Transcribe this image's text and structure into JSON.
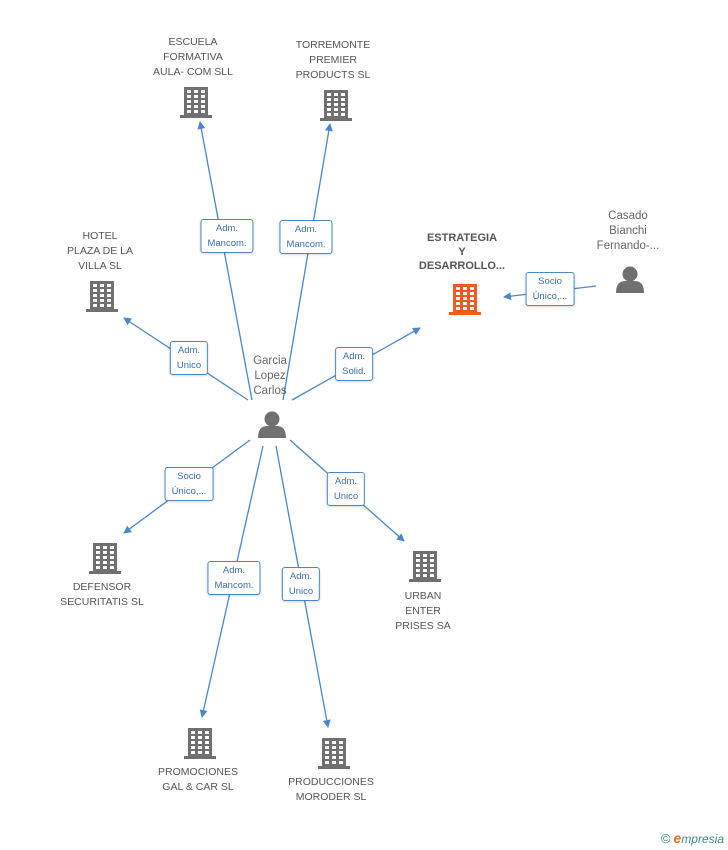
{
  "colors": {
    "edge": "#4a86c8",
    "building": "#707070",
    "building_highlight": "#f25a22",
    "person": "#707070"
  },
  "center": {
    "name": "Garcia\nLopez\nCarlos",
    "icon": "person-icon"
  },
  "nodes": [
    {
      "id": "escuela",
      "label": "ESCUELA\nFORMATIVA\nAULA- COM SLL",
      "icon": "building-icon",
      "highlight": false
    },
    {
      "id": "torremonte",
      "label": "TORREMONTE\nPREMIER\nPRODUCTS SL",
      "icon": "building-icon",
      "highlight": false
    },
    {
      "id": "hotel",
      "label": "HOTEL\nPLAZA DE LA\nVILLA SL",
      "icon": "building-icon",
      "highlight": false
    },
    {
      "id": "estrategia",
      "label": "ESTRATEGIA\nY\nDESARROLLO...",
      "icon": "building-icon",
      "highlight": true
    },
    {
      "id": "casado",
      "label": "Casado\nBianchi\nFernando-...",
      "icon": "person-icon",
      "highlight": false
    },
    {
      "id": "defensor",
      "label": "DEFENSOR\nSECURITATIS SL",
      "icon": "building-icon",
      "highlight": false
    },
    {
      "id": "urban",
      "label": "URBAN\nENTER\nPRISES SA",
      "icon": "building-icon",
      "highlight": false
    },
    {
      "id": "promociones",
      "label": "PROMOCIONES\nGAL & CAR  SL",
      "icon": "building-icon",
      "highlight": false
    },
    {
      "id": "producciones",
      "label": "PRODUCCIONES\nMORODER SL",
      "icon": "building-icon",
      "highlight": false
    }
  ],
  "edges": [
    {
      "from": "center",
      "to": "escuela",
      "label": "Adm.\nMancom."
    },
    {
      "from": "center",
      "to": "torremonte",
      "label": "Adm.\nMancom."
    },
    {
      "from": "center",
      "to": "hotel",
      "label": "Adm.\nUnico"
    },
    {
      "from": "center",
      "to": "estrategia",
      "label": "Adm.\nSolid."
    },
    {
      "from": "casado",
      "to": "estrategia",
      "label": "Socio\nÚnico,..."
    },
    {
      "from": "center",
      "to": "defensor",
      "label": "Socio\nÚnico,..."
    },
    {
      "from": "center",
      "to": "urban",
      "label": "Adm.\nUnico"
    },
    {
      "from": "center",
      "to": "promociones",
      "label": "Adm.\nMancom."
    },
    {
      "from": "center",
      "to": "producciones",
      "label": "Adm.\nUnico"
    }
  ],
  "brand": {
    "copyright": "©",
    "initial": "e",
    "rest": "mpresia"
  }
}
